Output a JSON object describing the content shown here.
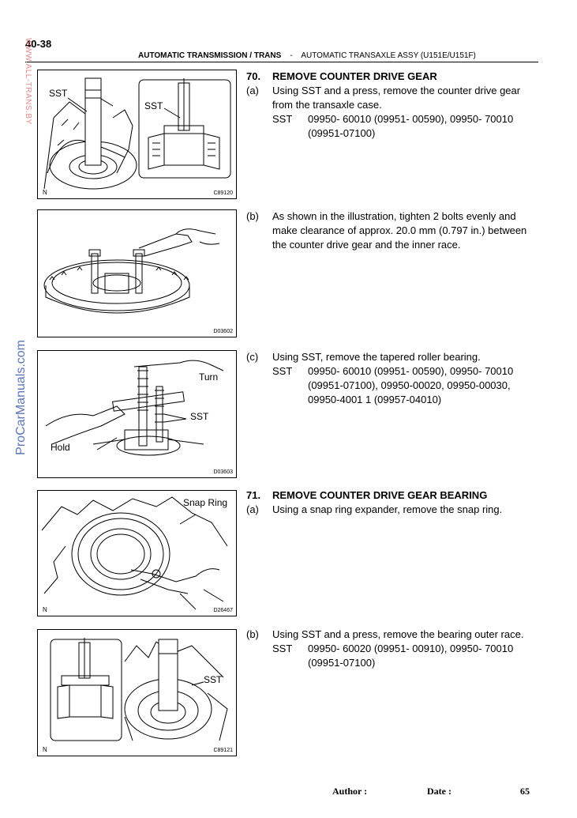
{
  "header": {
    "page_number": "40-38",
    "section": "AUTOMATIC TRANSMISSION / TRANS",
    "separator": "-",
    "title": "AUTOMATIC TRANSAXLE ASSY (U151E/U151F)"
  },
  "watermarks": {
    "top": "WWW.ALL-TRANS.BY",
    "side": "ProCarManuals.com"
  },
  "figures": [
    {
      "code": "C89120",
      "north": "N",
      "labels": [
        "SST",
        "SST"
      ]
    },
    {
      "code": "D03602"
    },
    {
      "code": "D03603",
      "labels": [
        "Turn",
        "SST",
        "Hold"
      ]
    },
    {
      "code": "D26467",
      "north": "N",
      "labels": [
        "Snap Ring"
      ]
    },
    {
      "code": "C89121",
      "north": "N",
      "labels": [
        "SST"
      ]
    }
  ],
  "steps": {
    "s70": {
      "num": "70.",
      "title": "REMOVE COUNTER DRIVE GEAR",
      "a_mark": "(a)",
      "a_l1": "Using SST and a press, remove the counter drive gear",
      "a_l2": "from the transaxle case.",
      "a_sst_key": "SST",
      "a_sst_l1": "09950- 60010  (09951- 00590),  09950- 70010",
      "a_sst_l2": "(09951-07100)",
      "b_mark": "(b)",
      "b_l1": "As shown in the illustration, tighten 2 bolts evenly and",
      "b_l2": "make clearance of approx. 20.0 mm (0.797 in.) between",
      "b_l3": "the counter drive gear and the inner race.",
      "c_mark": "(c)",
      "c_l1": "Using SST, remove the tapered roller bearing.",
      "c_sst_key": "SST",
      "c_sst_l1": "09950- 60010  (09951- 00590),  09950- 70010",
      "c_sst_l2": "(09951-07100),     09950-00020,    09950-00030,",
      "c_sst_l3": "09950-4001 1  (09957-04010)"
    },
    "s71": {
      "num": "71.",
      "title": "REMOVE COUNTER DRIVE GEAR BEARING",
      "a_mark": "(a)",
      "a_l1": "Using a snap ring expander, remove the snap ring.",
      "b_mark": "(b)",
      "b_l1": "Using SST and a press, remove the bearing outer race.",
      "b_sst_key": "SST",
      "b_sst_l1": "09950- 60020  (09951- 00910),  09950- 70010",
      "b_sst_l2": "(09951-07100)"
    }
  },
  "footer": {
    "author": "Author :",
    "date": "Date :",
    "page": "65"
  }
}
